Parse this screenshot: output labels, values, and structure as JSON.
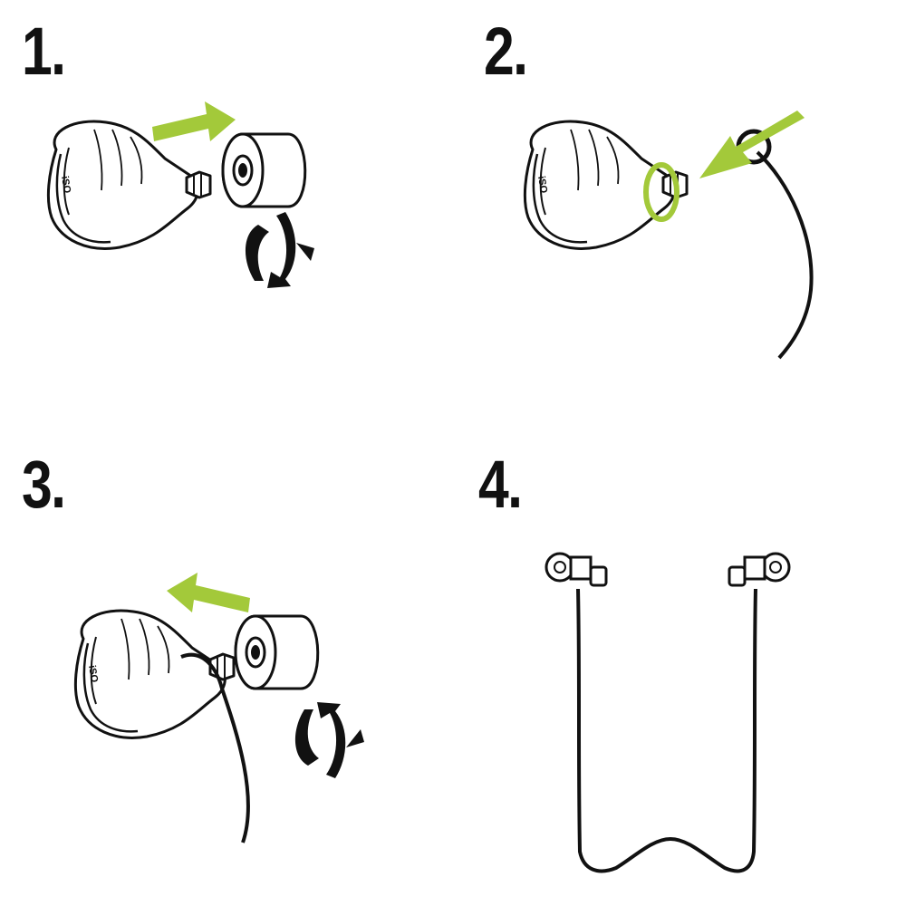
{
  "steps": [
    {
      "number": "1."
    },
    {
      "number": "2."
    },
    {
      "number": "3."
    },
    {
      "number": "4."
    }
  ],
  "brand_mark": "iSO",
  "colors": {
    "accent_green": "#a3c93a",
    "ink": "#111111",
    "background": "#ffffff"
  },
  "icons": [
    "earbud-icon",
    "foam-tip-icon",
    "arrow-right-icon",
    "ring-icon",
    "cord-icon",
    "twist-arrows-icon",
    "neckband-cord-icon"
  ]
}
